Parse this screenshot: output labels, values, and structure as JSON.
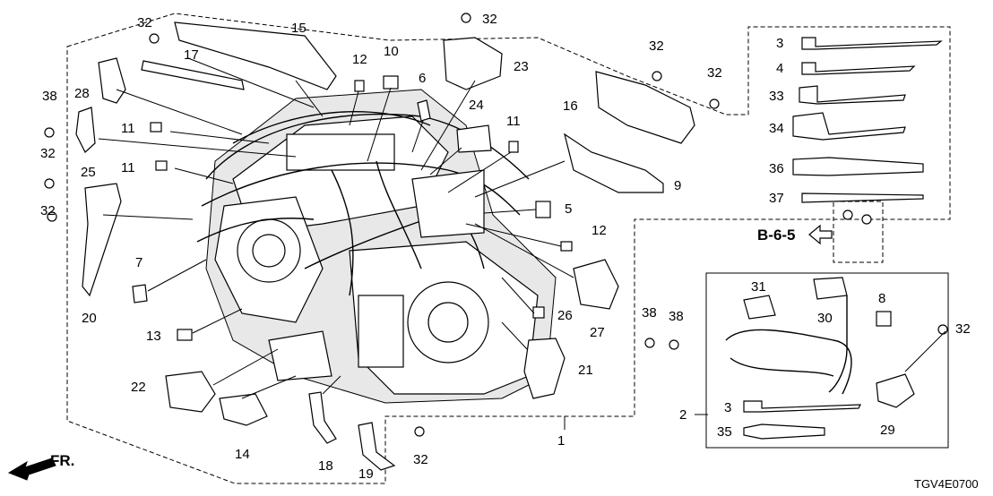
{
  "callouts": {
    "c1": "1",
    "c2": "2",
    "c3a": "3",
    "c3b": "3",
    "c4": "4",
    "c5": "5",
    "c6": "6",
    "c7": "7",
    "c8": "8",
    "c9": "9",
    "c10": "10",
    "c11a": "11",
    "c11b": "11",
    "c12a": "12",
    "c12b": "12",
    "c13": "13",
    "c14": "14",
    "c15": "15",
    "c16": "16",
    "c17": "17",
    "c18": "18",
    "c19": "19",
    "c20": "20",
    "c21": "21",
    "c22": "22",
    "c23": "23",
    "c24": "24",
    "c25": "25",
    "c26": "26",
    "c27": "27",
    "c28": "28",
    "c29": "29",
    "c30": "30",
    "c31": "31",
    "c32a": "32",
    "c32b": "32",
    "c32c": "32",
    "c32d": "32",
    "c32e": "32",
    "c32f": "32",
    "c32g": "32",
    "c32h": "32",
    "c33": "33",
    "c34": "34",
    "c35": "35",
    "c36": "36",
    "c37": "37",
    "c38a": "38",
    "c38b": "38",
    "c38c": "38"
  },
  "reference": "B-6-5",
  "front_label": "FR.",
  "diagram_code": "TGV4E0700"
}
